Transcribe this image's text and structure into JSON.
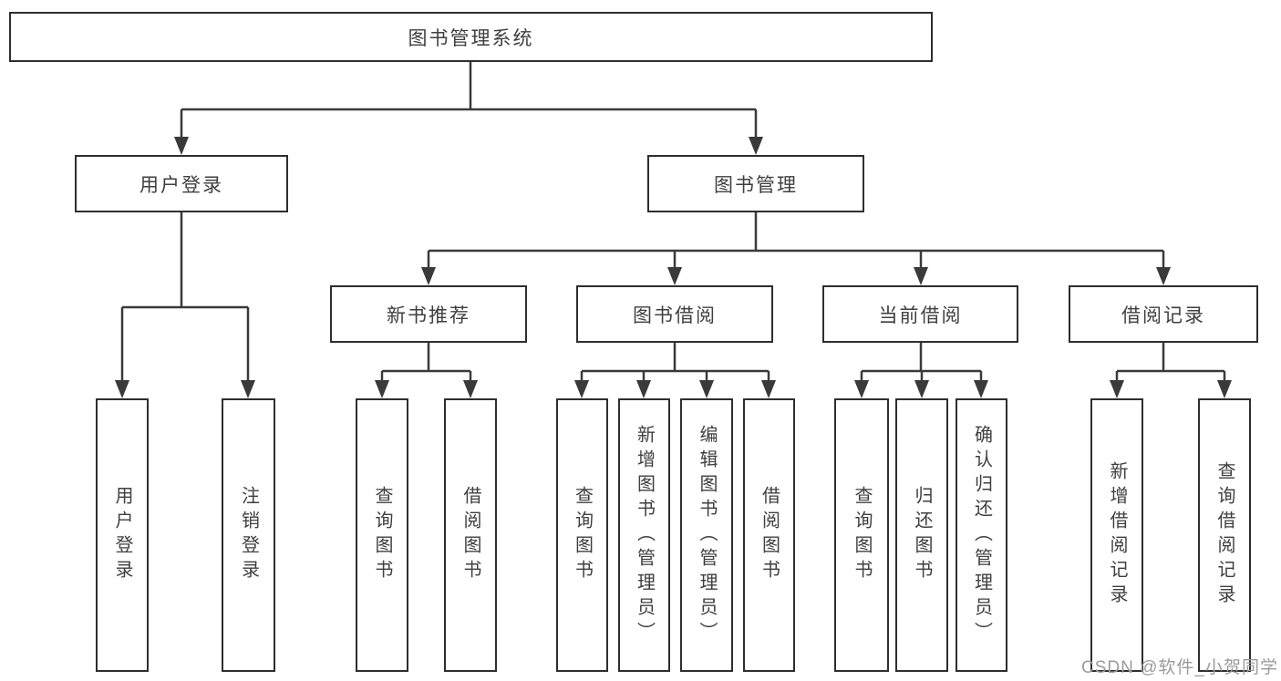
{
  "root": {
    "label": "图书管理系统"
  },
  "branches": [
    {
      "label": "用户登录",
      "children": [
        {
          "label": "用户登录"
        },
        {
          "label": "注销登录"
        }
      ]
    },
    {
      "label": "图书管理",
      "groups": [
        {
          "label": "新书推荐",
          "children": [
            {
              "label": "查询图书"
            },
            {
              "label": "借阅图书"
            }
          ]
        },
        {
          "label": "图书借阅",
          "children": [
            {
              "label": "查询图书"
            },
            {
              "label": "新增图书（管理员）"
            },
            {
              "label": "编辑图书（管理员）"
            },
            {
              "label": "借阅图书"
            }
          ]
        },
        {
          "label": "当前借阅",
          "children": [
            {
              "label": "查询图书"
            },
            {
              "label": "归还图书"
            },
            {
              "label": "确认归还（管理员）"
            }
          ]
        },
        {
          "label": "借阅记录",
          "children": [
            {
              "label": "新增借阅记录"
            },
            {
              "label": "查询借阅记录"
            }
          ]
        }
      ]
    }
  ],
  "watermark": {
    "text": "CSDN @软件_小贺同学"
  },
  "colors": {
    "line": "#3a3a3a",
    "box_border": "#2e2e2e",
    "text": "#3f3f3f",
    "watermark_text": "#9b9b9b",
    "background": "#ffffff"
  }
}
